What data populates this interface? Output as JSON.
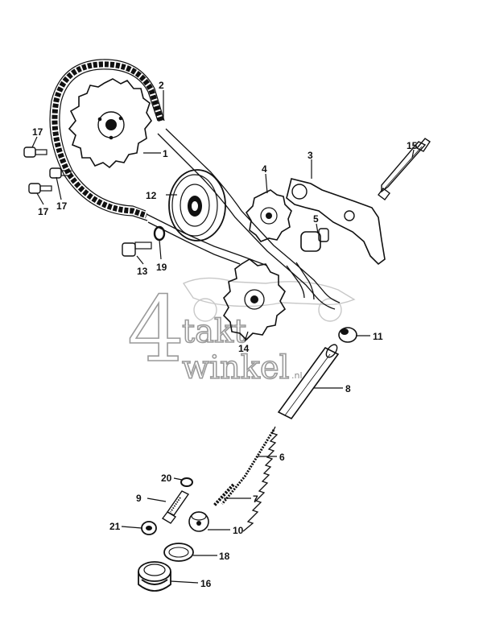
{
  "diagram": {
    "callouts": [
      "1",
      "2",
      "3",
      "4",
      "5",
      "6",
      "7",
      "8",
      "9",
      "10",
      "11",
      "12",
      "13",
      "14",
      "15",
      "16",
      "17",
      "17",
      "17",
      "18",
      "19",
      "20",
      "21"
    ]
  },
  "watermark": {
    "digit": "4",
    "word1": "takt",
    "word2": "winkel",
    "suffix": ".nl"
  }
}
